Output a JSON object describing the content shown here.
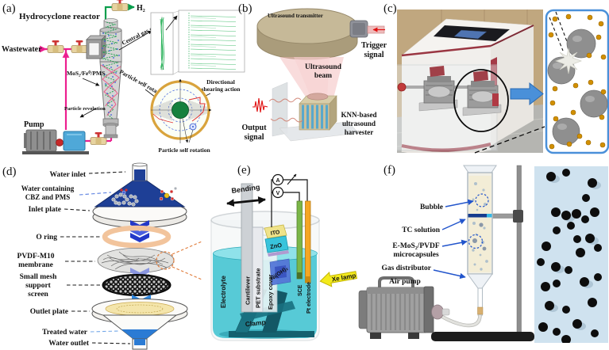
{
  "figure": {
    "description": "Six-panel scientific figure of piezo-catalytic water treatment reactor setups",
    "panels": {
      "a": {
        "tag": "(a)",
        "title": "Hydrocyclone reactor",
        "wastewater": "Wastewater",
        "h2": "H₂",
        "central_gas_core": "Central gas core",
        "catalyst": "MoS₂/Fe⁰/PMS",
        "particle_revolution": "Particle revolution",
        "particle_self_rotation": "Particle self rotation",
        "pump": "Pump",
        "directional_line1": "Directional",
        "directional_line2": "shearing action",
        "rotation_caption": "Particle self rotation"
      },
      "b": {
        "tag": "(b)",
        "transmitter": "Ultrasound transmitter",
        "trigger_line1": "Trigger",
        "trigger_line2": "signal",
        "beam_line1": "Ultrasound",
        "beam_line2": "beam",
        "output_line1": "Output",
        "output_line2": "signal",
        "harvester_line1": "KNN-based",
        "harvester_line2": "ultrasound",
        "harvester_line3": "harvester"
      },
      "c": {
        "tag": "(c)"
      },
      "d": {
        "tag": "(d)",
        "water_inlet": "Water inlet",
        "water_containing_line1": "Water containing",
        "water_containing_line2": "CBZ and PMS",
        "inlet_plate": "Inlet plate",
        "o_ring": "O ring",
        "membrane_line1": "PVDF-M10",
        "membrane_line2": "membrane",
        "mesh_line1": "Small mesh",
        "mesh_line2": "support",
        "mesh_line3": "screen",
        "outlet_plate": "Outlet plate",
        "treated_water": "Treated water",
        "water_outlet": "Water outlet"
      },
      "e": {
        "tag": "(e)",
        "bending": "Bending",
        "ammeter": "A",
        "voltmeter": "V",
        "cantilever": "Cantilever",
        "pet_substrate": "PET substrate",
        "epoxy_cover": "Epoxy cover",
        "ito": "ITO",
        "zno": "ZnO",
        "ni_oh2": "Ni(OH)₂",
        "electrolyte": "Electrolyte",
        "clamp": "Clamp",
        "sce": "SCE",
        "pt_electrode": "Pt electrode",
        "xe_lamp": "Xe lamp"
      },
      "f": {
        "tag": "(f)",
        "bubble": "Bubble",
        "tc_solution": "TC solution",
        "microcapsules_line1": "E-MoS₂/PVDF",
        "microcapsules_line2": "microcapsules",
        "gas_distributor": "Gas distributor",
        "air_pump": "Air pump"
      }
    },
    "colors": {
      "pipe_magenta": "#ec1f8f",
      "pipe_green": "#089e4c",
      "valve_tan": "#e7d3a0",
      "label_arrow_blue": "#2255cc",
      "big_arrow_blue": "#4a90d9",
      "electrolyte_cyan": "#45c4d2",
      "oring_peach": "#f2c49c",
      "rotation_ring_orange": "#d9a33c",
      "signal_red": "#e01010",
      "xe_lamp_yellow": "#f3ea1c",
      "machine_maroon": "#9a3642",
      "funnel_water_blue": "#1e3f96",
      "treated_water_blue": "#2b7bd4",
      "gold_particle": "#d18f00",
      "microcapsule_photo_bg": "#cfe2ef"
    }
  }
}
